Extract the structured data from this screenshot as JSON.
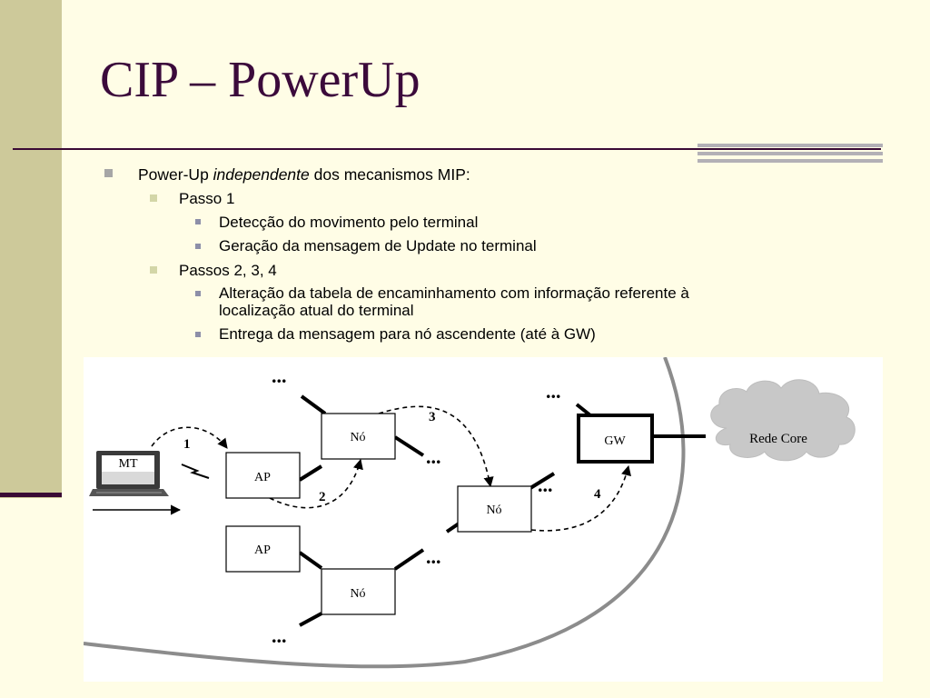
{
  "slide": {
    "title": "CIP – PowerUp",
    "bullets": {
      "b1_pre": "Power-Up ",
      "b1_italic": "independente",
      "b1_post": " dos mecanismos MIP:",
      "passo1": "Passo 1",
      "passo1_items": [
        "Detecção do movimento pelo terminal",
        "Geração da mensagem de Update no terminal"
      ],
      "passos234": "Passos 2, 3, 4",
      "passos234_items": [
        "Alteração da tabela de encaminhamento com informação referente à",
        "localização atual do terminal",
        "Entrega da mensagem para nó ascendente (até à GW)"
      ]
    }
  },
  "diagram": {
    "mt": "MT",
    "ap_top": "AP",
    "ap_bottom": "AP",
    "no_top": "Nó",
    "no_mid": "Nó",
    "no_bottom": "Nó",
    "gw": "GW",
    "cloud": "Rede Core",
    "step1": "1",
    "step2": "2",
    "step3": "3",
    "step4": "4",
    "dots": "..."
  }
}
